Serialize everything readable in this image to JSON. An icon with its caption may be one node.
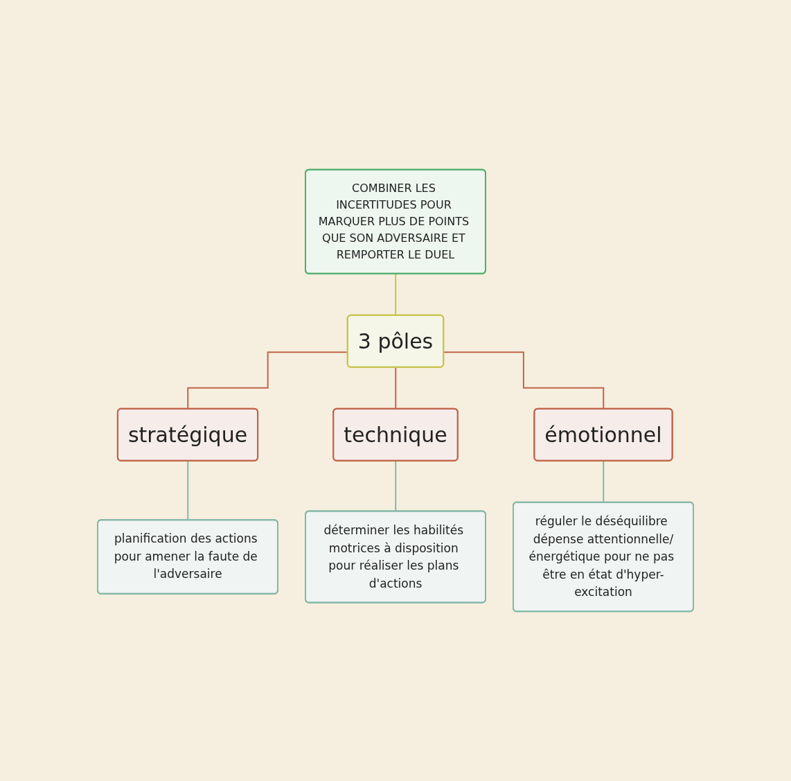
{
  "diagram": {
    "nodes": [
      {
        "text": [
          "COMBINER LES INCERTITUDES POUR MARQUER PLUS DE POINTS QUE SON ADVERSAIRE ET REMPORTER LE DUEL"
        ]
      },
      {
        "text": [
          "3 pôles"
        ]
      },
      {
        "text": [
          "stratégique"
        ]
      },
      {
        "text": [
          "technique"
        ]
      },
      {
        "text": [
          "émotionnel"
        ]
      },
      {
        "text": [
          "planification des actions pour amener la faute de l'adversaire"
        ]
      },
      {
        "text": [
          "déterminer les habilités motrices à disposition pour réaliser les plans d'actions"
        ]
      },
      {
        "text": [
          "réguler le déséquilibre dépense attentionnelle/énergétique pour ne pas être en état d'hyper-excitation"
        ]
      }
    ],
    "edges": [
      {
        "from": 0,
        "to": 1,
        "arrow": "none",
        "color": "#c8c44c"
      },
      {
        "from": 1,
        "to": 2,
        "arrow": "none",
        "color": "#c0654a"
      },
      {
        "from": 1,
        "to": 3,
        "arrow": "none",
        "color": "#c0654a"
      },
      {
        "from": 1,
        "to": 4,
        "arrow": "none",
        "color": "#c0654a"
      },
      {
        "from": 2,
        "to": 5,
        "arrow": "none",
        "color": "#84b8a8"
      },
      {
        "from": 3,
        "to": 6,
        "arrow": "none",
        "color": "#84b8a8"
      },
      {
        "from": 4,
        "to": 7,
        "arrow": "none",
        "color": "#84b8a8"
      }
    ]
  }
}
